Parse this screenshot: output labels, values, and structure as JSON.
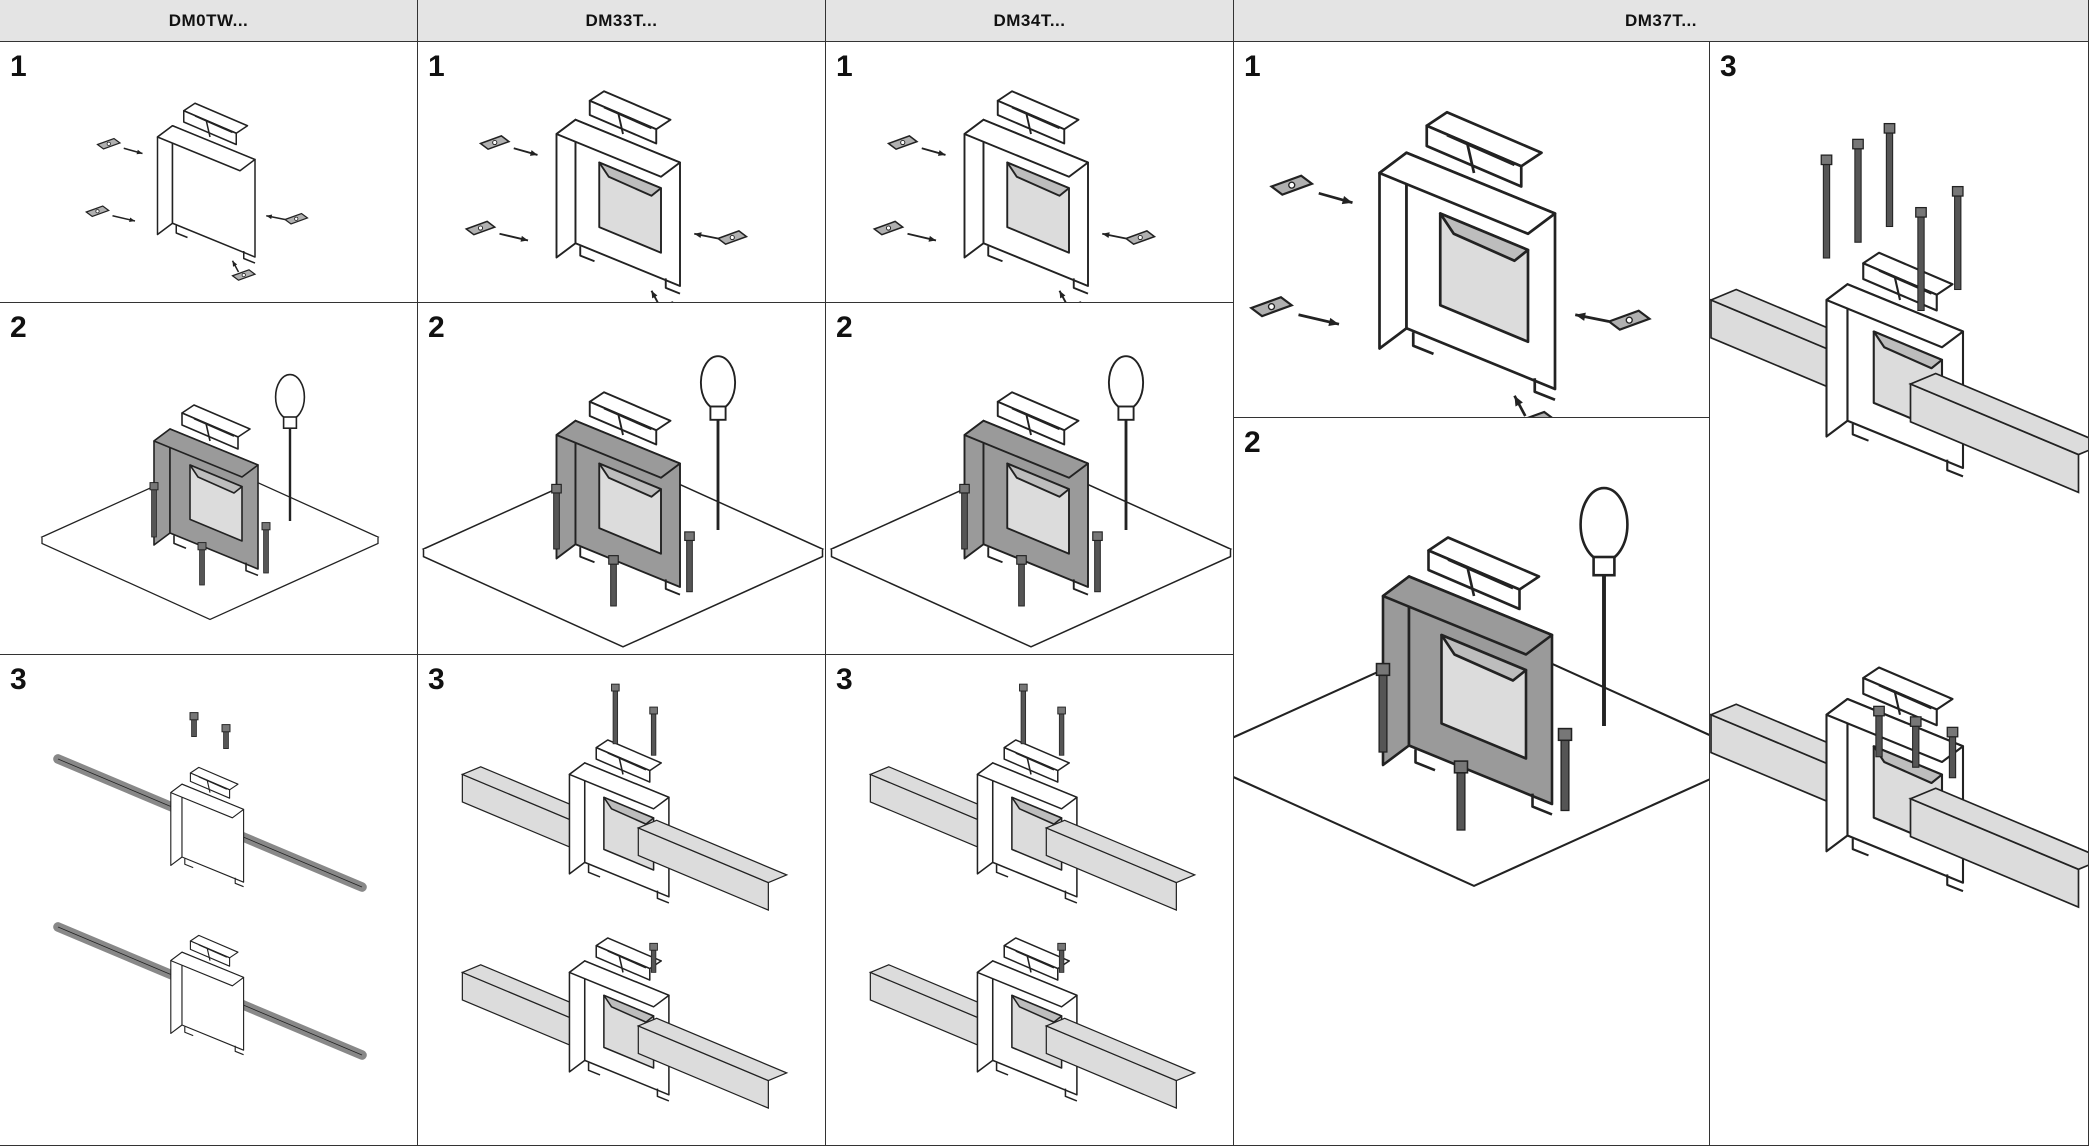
{
  "columns": [
    {
      "title": "DM0TW..."
    },
    {
      "title": "DM33T..."
    },
    {
      "title": "DM34T..."
    },
    {
      "title": "DM37T..."
    }
  ],
  "steps": {
    "s1": "1",
    "s2": "2",
    "s3": "3"
  },
  "colors": {
    "line": "#222222",
    "body_fill": "#ffffff",
    "mounted_fill": "#9a9a9a",
    "busbar_fill": "#dcdcdc",
    "header_fill": "#e4e4e4"
  }
}
